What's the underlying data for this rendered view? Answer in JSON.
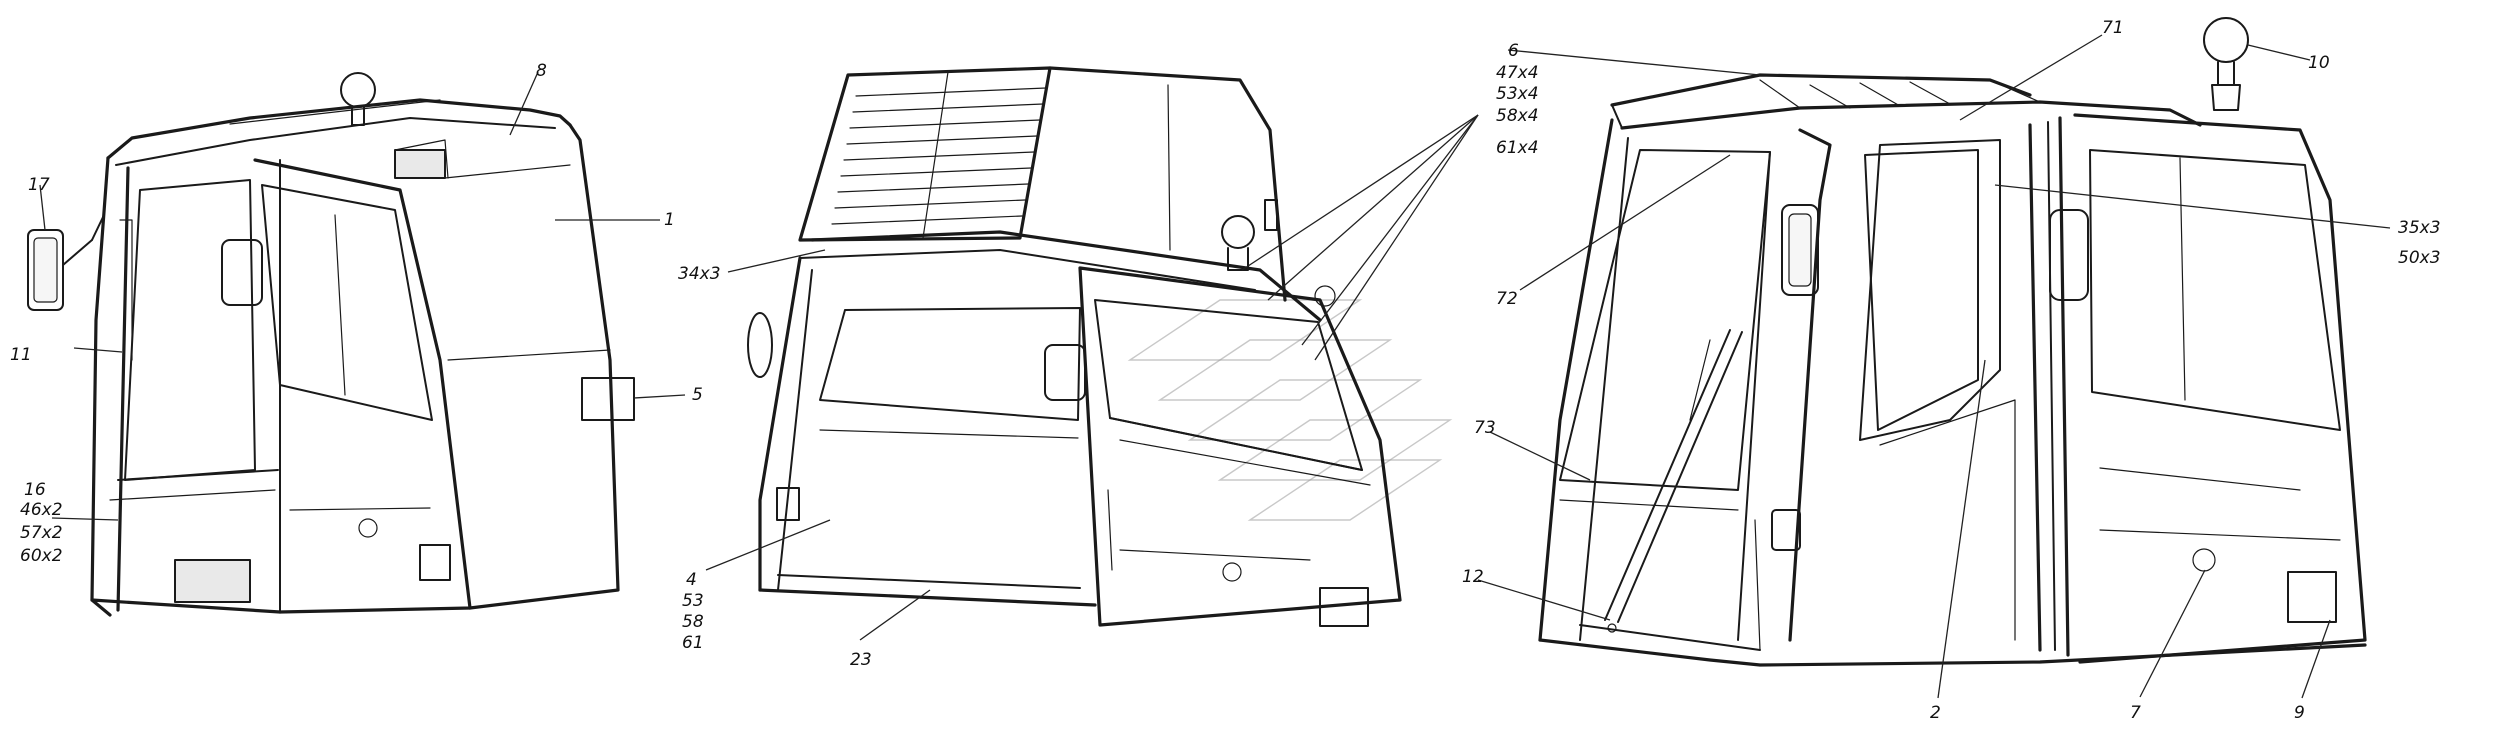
{
  "callouts": {
    "c1": "1",
    "c2": "2",
    "c4": [
      "4",
      "53",
      "58",
      "61"
    ],
    "c5": "5",
    "c6": [
      "6",
      "47x4",
      "53x4",
      "58x4",
      "61x4"
    ],
    "c7": "7",
    "c8": "8",
    "c9": "9",
    "c10": "10",
    "c11": "11",
    "c12": "12",
    "c16": [
      "16",
      "46x2",
      "57x2",
      "60x2"
    ],
    "c17": "17",
    "c23": "23",
    "c34": "34x3",
    "c35": [
      "35x3",
      "50x3"
    ],
    "c71": "71",
    "c72": "72",
    "c73": "73"
  }
}
